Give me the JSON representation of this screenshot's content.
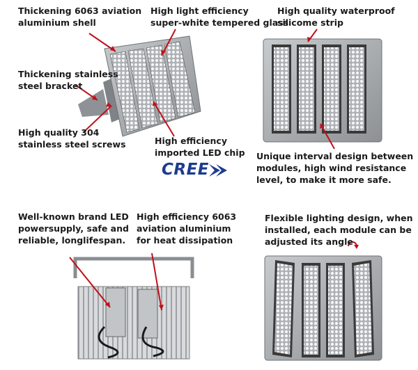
{
  "labels": {
    "shell": "Thickening 6063 aviation\naluminium shell",
    "glass": "High light efficiency\nsuper-white tempered glass",
    "strip": "High quality waterproof\nsilicome strip",
    "bracket": "Thickening stainless\nsteel bracket",
    "screws": "High quality 304\nstainless steel screws",
    "chip": "High efficiency\nimported LED chip",
    "interval": "Unique interval design between\nmodules, high wind resistance\nlevel, to make it more safe.",
    "powersupply": "Well-known brand LED\npowersupply, safe and\nreliable, longlifespan.",
    "dissipation": "High efficiency 6063\naviation aluminium\nfor heat dissipation",
    "flexible": "Flexible lighting design, when\ninstalled, each module can be\nadjusted its angle"
  },
  "brand": {
    "cree_logo": "CREE"
  },
  "colors": {
    "arrow": "#c0101a",
    "frame": "#a7abae",
    "panel": "#c9ccd0",
    "led": "#f4f4f4",
    "cree": "#1d3c8f"
  }
}
